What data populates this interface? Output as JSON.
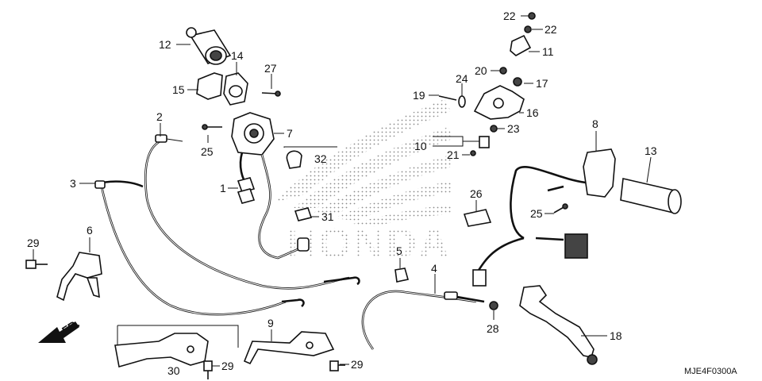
{
  "diagram": {
    "drawing_code": "MJE4F0300A",
    "brand_watermark": "HONDA",
    "direction_label": "FR.",
    "callouts": [
      {
        "id": "c12",
        "text": "12"
      },
      {
        "id": "c14",
        "text": "14"
      },
      {
        "id": "c27",
        "text": "27"
      },
      {
        "id": "c15",
        "text": "15"
      },
      {
        "id": "c2",
        "text": "2"
      },
      {
        "id": "c7",
        "text": "7"
      },
      {
        "id": "c25a",
        "text": "25"
      },
      {
        "id": "c32",
        "text": "32"
      },
      {
        "id": "c3",
        "text": "3"
      },
      {
        "id": "c1",
        "text": "1"
      },
      {
        "id": "c31",
        "text": "31"
      },
      {
        "id": "c6",
        "text": "6"
      },
      {
        "id": "c29a",
        "text": "29"
      },
      {
        "id": "c5",
        "text": "5"
      },
      {
        "id": "c4",
        "text": "4"
      },
      {
        "id": "c9",
        "text": "9"
      },
      {
        "id": "c30",
        "text": "30"
      },
      {
        "id": "c29b",
        "text": "29"
      },
      {
        "id": "c29c",
        "text": "29"
      },
      {
        "id": "c22a",
        "text": "22"
      },
      {
        "id": "c22b",
        "text": "22"
      },
      {
        "id": "c11",
        "text": "11"
      },
      {
        "id": "c20",
        "text": "20"
      },
      {
        "id": "c17",
        "text": "17"
      },
      {
        "id": "c24",
        "text": "24"
      },
      {
        "id": "c19",
        "text": "19"
      },
      {
        "id": "c16",
        "text": "16"
      },
      {
        "id": "c23",
        "text": "23"
      },
      {
        "id": "c10",
        "text": "10"
      },
      {
        "id": "c21",
        "text": "21"
      },
      {
        "id": "c8",
        "text": "8"
      },
      {
        "id": "c13",
        "text": "13"
      },
      {
        "id": "c26",
        "text": "26"
      },
      {
        "id": "c25b",
        "text": "25"
      },
      {
        "id": "c28",
        "text": "28"
      },
      {
        "id": "c18",
        "text": "18"
      }
    ]
  }
}
